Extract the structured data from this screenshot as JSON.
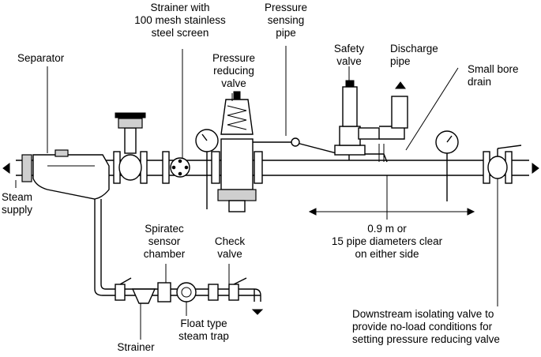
{
  "labels": {
    "strainer_with_screen": "Strainer with\n100 mesh stainless\nsteel screen",
    "pressure_sensing_pipe": "Pressure\nsensing\npipe",
    "separator": "Separator",
    "pressure_reducing_valve": "Pressure\nreducing\nvalve",
    "safety_valve": "Safety\nvalve",
    "discharge_pipe": "Discharge\npipe",
    "small_bore_drain": "Small bore\ndrain",
    "steam_supply": "Steam\nsupply",
    "clearance": "0.9 m or\n15 pipe diameters clear\non either side",
    "spiratec_sensor_chamber": "Spiratec\nsensor\nchamber",
    "check_valve": "Check\nvalve",
    "strainer": "Strainer",
    "float_type_steam_trap": "Float type\nsteam trap",
    "downstream_isolating_valve": "Downstream isolating valve to\nprovide no-load conditions for\nsetting pressure reducing valve"
  }
}
